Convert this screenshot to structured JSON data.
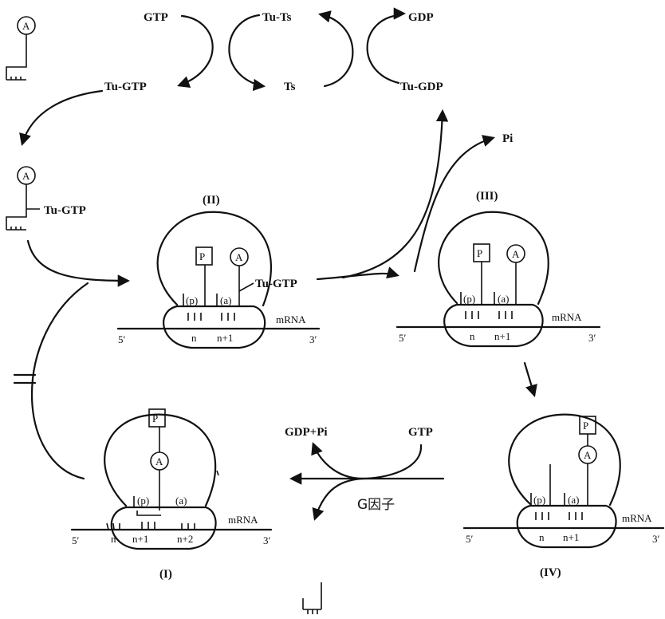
{
  "cycle": {
    "gtp": "GTP",
    "tu_ts": "Tu-Ts",
    "gdp": "GDP",
    "tu_gtp": "Tu-GTP",
    "ts": "Ts",
    "tu_gdp": "Tu-GDP"
  },
  "trna": {
    "aa_letter": "A",
    "tu_gtp_label": "Tu-GTP"
  },
  "pi": "Pi",
  "states": {
    "s2": {
      "label": "(II)",
      "p_site": "P",
      "a_site": "A",
      "p_slot": "(p)",
      "a_slot": "(a)",
      "tu_gtp": "Tu-GTP",
      "mrna": "mRNA",
      "five": "5′",
      "three": "3′",
      "codon_n": "n",
      "codon_n1": "n+1"
    },
    "s3": {
      "label": "(III)",
      "p_site": "P",
      "a_site": "A",
      "p_slot": "(p)",
      "a_slot": "(a)",
      "mrna": "mRNA",
      "five": "5′",
      "three": "3′",
      "codon_n": "n",
      "codon_n1": "n+1"
    },
    "s4": {
      "label": "(IV)",
      "p_site": "P",
      "a_site": "A",
      "p_slot": "(p)",
      "a_slot": "(a)",
      "mrna": "mRNA",
      "five": "5′",
      "three": "3′",
      "codon_n": "n",
      "codon_n1": "n+1"
    },
    "s1": {
      "label": "(I)",
      "p_site": "P",
      "a_site": "A",
      "p_slot": "(p)",
      "a_slot": "(a)",
      "mrna": "mRNA",
      "five": "5′",
      "three": "3′",
      "codon_n": "n",
      "codon_n1": "n+1",
      "codon_n2": "n+2"
    }
  },
  "translocation": {
    "gdp_pi": "GDP+Pi",
    "gtp": "GTP",
    "factor": "G因子"
  }
}
